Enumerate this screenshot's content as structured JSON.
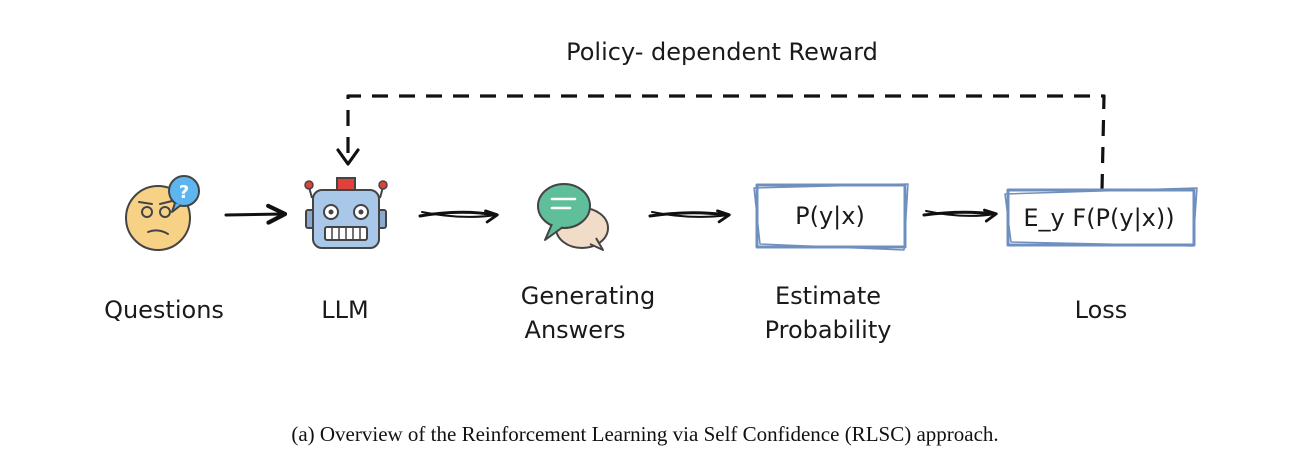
{
  "feedback_label": "Policy- dependent Reward",
  "nodes": {
    "questions": {
      "label": "Questions"
    },
    "llm": {
      "label": "LLM"
    },
    "generating": {
      "label_line1": "Generating",
      "label_line2": "Answers"
    },
    "estimate": {
      "box_text": "P(y|x)",
      "label_line1": "Estimate",
      "label_line2": "Probability"
    },
    "loss": {
      "box_text": "E_y F(P(y|x))",
      "label": "Loss"
    }
  },
  "caption": "(a) Overview of the Reinforcement Learning via Self Confidence (RLSC) approach.",
  "icons": {
    "questions": "confused-face-with-question-bubble",
    "llm": "robot-head",
    "generating": "chat-bubbles"
  },
  "colors": {
    "stroke": "#111111",
    "box_border": "#6f8fbf",
    "face": "#f7d286",
    "question_bubble": "#5eb6f0",
    "robot": "#a9c7e8",
    "robot_antenna": "#e0413a",
    "chat_green": "#5fbf9a",
    "chat_beige": "#f1dcc7"
  }
}
